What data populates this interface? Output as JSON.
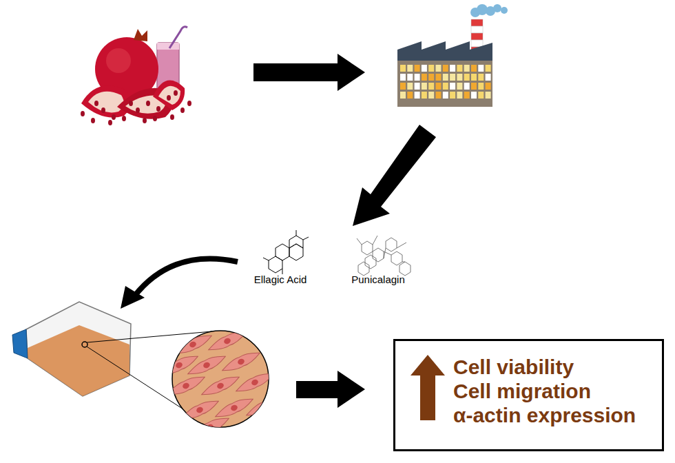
{
  "diagram": {
    "nodes": [
      {
        "text": [
          "Cell viability",
          "Cell migration",
          "α-actin expression"
        ]
      }
    ],
    "labels": [
      "Ellagic Acid",
      "Punicalagin"
    ]
  }
}
